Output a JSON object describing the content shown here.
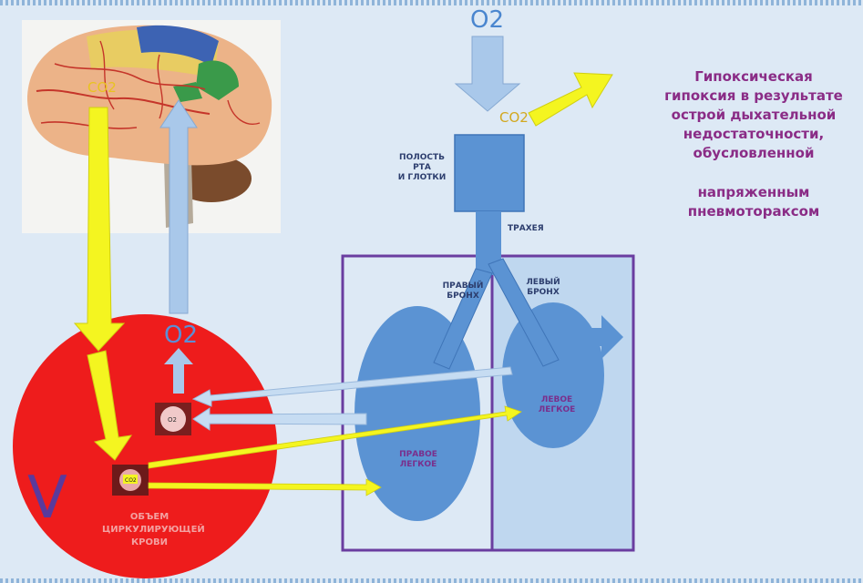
{
  "o2_top": "O2",
  "co2_exhale": "CO2",
  "co2_brain": "CO2",
  "o2_blood": "O2",
  "v_symbol": "V",
  "cell_co2": "CO2",
  "cell_o2": "O2",
  "labels": {
    "mouth": [
      "ПОЛОСТЬ",
      "РТА",
      "И ГЛОТКИ"
    ],
    "trachea": "ТРАХЕЯ",
    "right_bronchus": [
      "ПРАВЫЙ",
      "БРОНХ"
    ],
    "left_bronchus": [
      "ЛЕВЫЙ",
      "БРОНХ"
    ],
    "right_lung": [
      "ПРАВОЕ",
      "ЛЕГКОЕ"
    ],
    "left_lung": [
      "ЛЕВОЕ",
      "ЛЕГКОЕ"
    ],
    "blood_volume": [
      "ОБЪЕМ",
      "ЦИРКУЛИРУЮЩЕЙ",
      "КРОВИ"
    ]
  },
  "title_lines": [
    "Гипоксическая",
    "гипоксия в результате",
    "острой дыхательной",
    "недостаточности,",
    "обусловленной"
  ],
  "title_lines2": [
    "напряженным",
    "пневмотораксом"
  ],
  "colors": {
    "title": "#8a2c86",
    "blood": "#ee1c1c",
    "lung": "#5b93d3",
    "frame": "#6a3da0",
    "co2_arrow": "#f4f520",
    "o2_arrow": "#a9c8ea"
  }
}
